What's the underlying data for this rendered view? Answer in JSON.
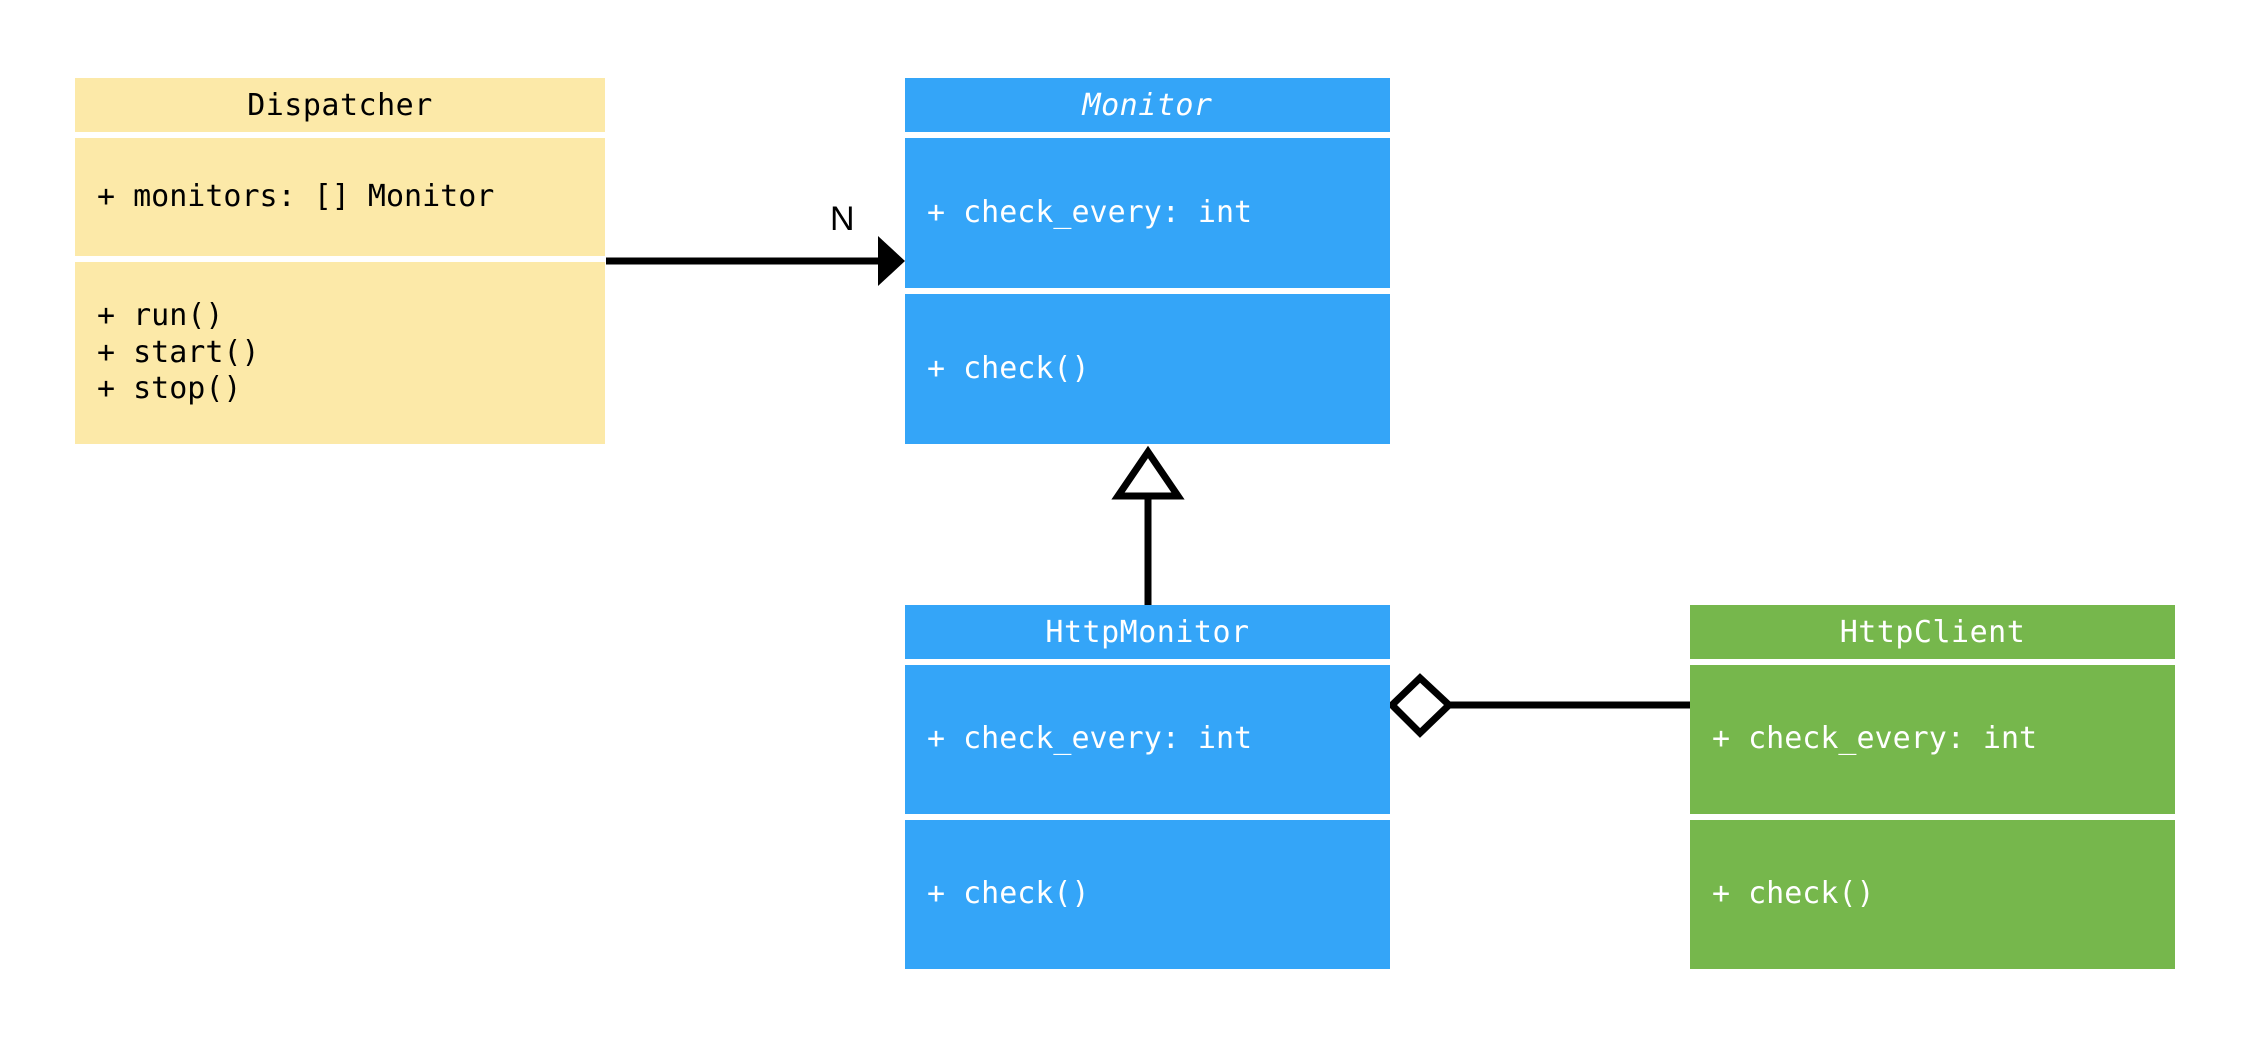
{
  "diagram": {
    "title": "Monitor UML class diagram",
    "kind": "uml-class-diagram",
    "background": "#ffffff"
  },
  "palette": {
    "yellow": "#fce9a8",
    "blue": "#34a5f8",
    "green": "#76b74c",
    "line": "#000000",
    "text_dark": "#000000",
    "text_light": "#ffffff"
  },
  "classes": {
    "dispatcher": {
      "name": "Dispatcher",
      "abstract": false,
      "color": "#fce9a8",
      "attributes": [
        "+ monitors: [] Monitor"
      ],
      "methods": [
        "+ run()",
        "+ start()",
        "+ stop()"
      ]
    },
    "monitor": {
      "name": "Monitor",
      "abstract": true,
      "color": "#34a5f8",
      "attributes": [
        "+ check_every: int"
      ],
      "methods": [
        "+ check()"
      ]
    },
    "http_monitor": {
      "name": "HttpMonitor",
      "abstract": false,
      "color": "#34a5f8",
      "attributes": [
        "+ check_every: int"
      ],
      "methods": [
        "+ check()"
      ]
    },
    "http_client": {
      "name": "HttpClient",
      "abstract": false,
      "color": "#76b74c",
      "attributes": [
        "+ check_every: int"
      ],
      "methods": [
        "+ check()"
      ]
    }
  },
  "relations": {
    "dispatcher_to_monitor": {
      "type": "association",
      "from": "Dispatcher",
      "to": "Monitor",
      "multiplicity_label": "N",
      "arrowhead": "filled-triangle"
    },
    "http_monitor_inherits_monitor": {
      "type": "generalization",
      "from": "HttpMonitor",
      "to": "Monitor",
      "arrowhead": "hollow-triangle"
    },
    "http_monitor_aggregates_http_client": {
      "type": "aggregation",
      "from": "HttpMonitor",
      "to": "HttpClient",
      "arrowhead": "hollow-diamond"
    }
  }
}
